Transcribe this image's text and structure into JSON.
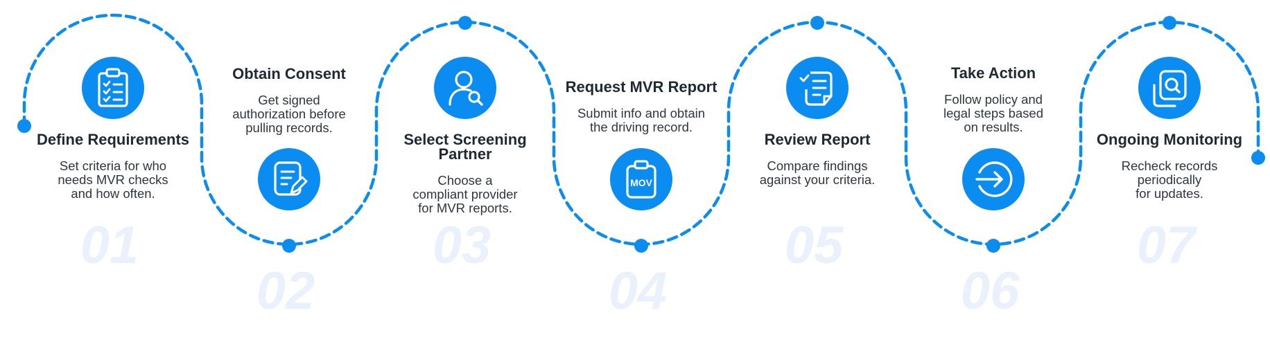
{
  "colors": {
    "accent": "#0a8cf0",
    "title": "#1f2933",
    "text": "#2f3640",
    "number": "#eaf1fc"
  },
  "steps": [
    {
      "number": "01",
      "title": [
        "Define Requirements"
      ],
      "description": [
        "Set criteria for who",
        "needs MVR checks",
        "and how often."
      ],
      "icon": "clipboard-checklist-icon"
    },
    {
      "number": "02",
      "title": [
        "Obtain Consent"
      ],
      "description": [
        "Get signed",
        "authorization before",
        "pulling records."
      ],
      "icon": "document-signature-icon"
    },
    {
      "number": "03",
      "title": [
        "Select Screening",
        "Partner"
      ],
      "description": [
        "Choose a",
        "compliant provider",
        "for MVR reports."
      ],
      "icon": "user-search-icon"
    },
    {
      "number": "04",
      "title": [
        "Request MVR Report"
      ],
      "description": [
        "Submit info and obtain",
        "the driving record."
      ],
      "icon": "mov-clipboard-icon",
      "icon_text": "MOV"
    },
    {
      "number": "05",
      "title": [
        "Review Report"
      ],
      "description": [
        "Compare findings",
        "against your criteria."
      ],
      "icon": "checklist-review-icon"
    },
    {
      "number": "06",
      "title": [
        "Take Action"
      ],
      "description": [
        "Follow policy and",
        "legal steps based",
        "on results."
      ],
      "icon": "arrow-enter-icon"
    },
    {
      "number": "07",
      "title": [
        "Ongoing Monitoring"
      ],
      "description": [
        "Recheck records",
        "periodically",
        "for updates."
      ],
      "icon": "document-search-icon"
    }
  ]
}
